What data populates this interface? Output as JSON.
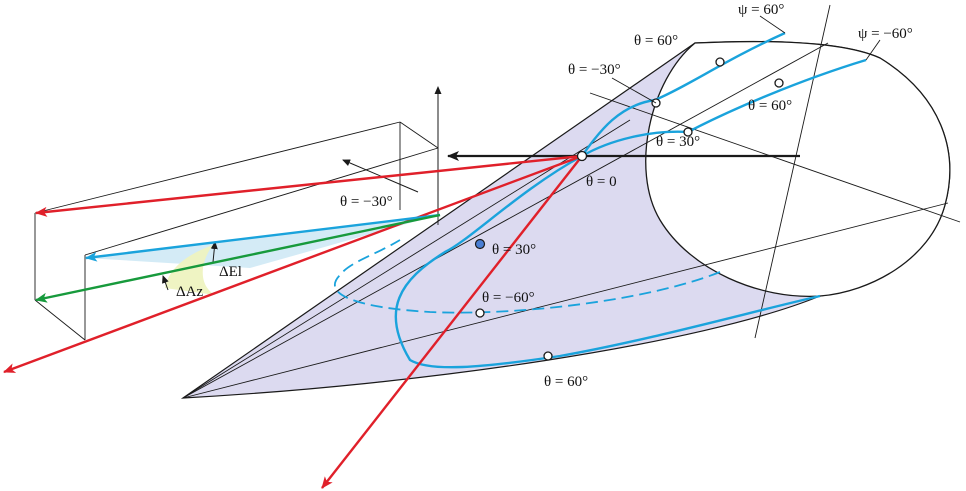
{
  "diagram": {
    "labels": {
      "psi_pos": "ψ = 60°",
      "psi_neg": "ψ = −60°",
      "theta_60_top": "θ = 60°",
      "theta_m30_top": "θ = −30°",
      "theta_60_right": "θ = 60°",
      "theta_30_top": "θ = 30°",
      "theta_0": "θ = 0",
      "theta_m30_left": "θ = −30°",
      "theta_30_mid": "θ = 30°",
      "theta_m60_mid": "θ = −60°",
      "theta_60_bottom": "θ = 60°",
      "delta_el": "ΔEl",
      "delta_az": "ΔAz"
    },
    "colors": {
      "cone_fill": "#dcdaf0",
      "cyan": "#1aa3dc",
      "red": "#e0202a",
      "green": "#179a3c",
      "el_fill": "#cfe9f5",
      "az_fill": "#eef3c0"
    }
  }
}
